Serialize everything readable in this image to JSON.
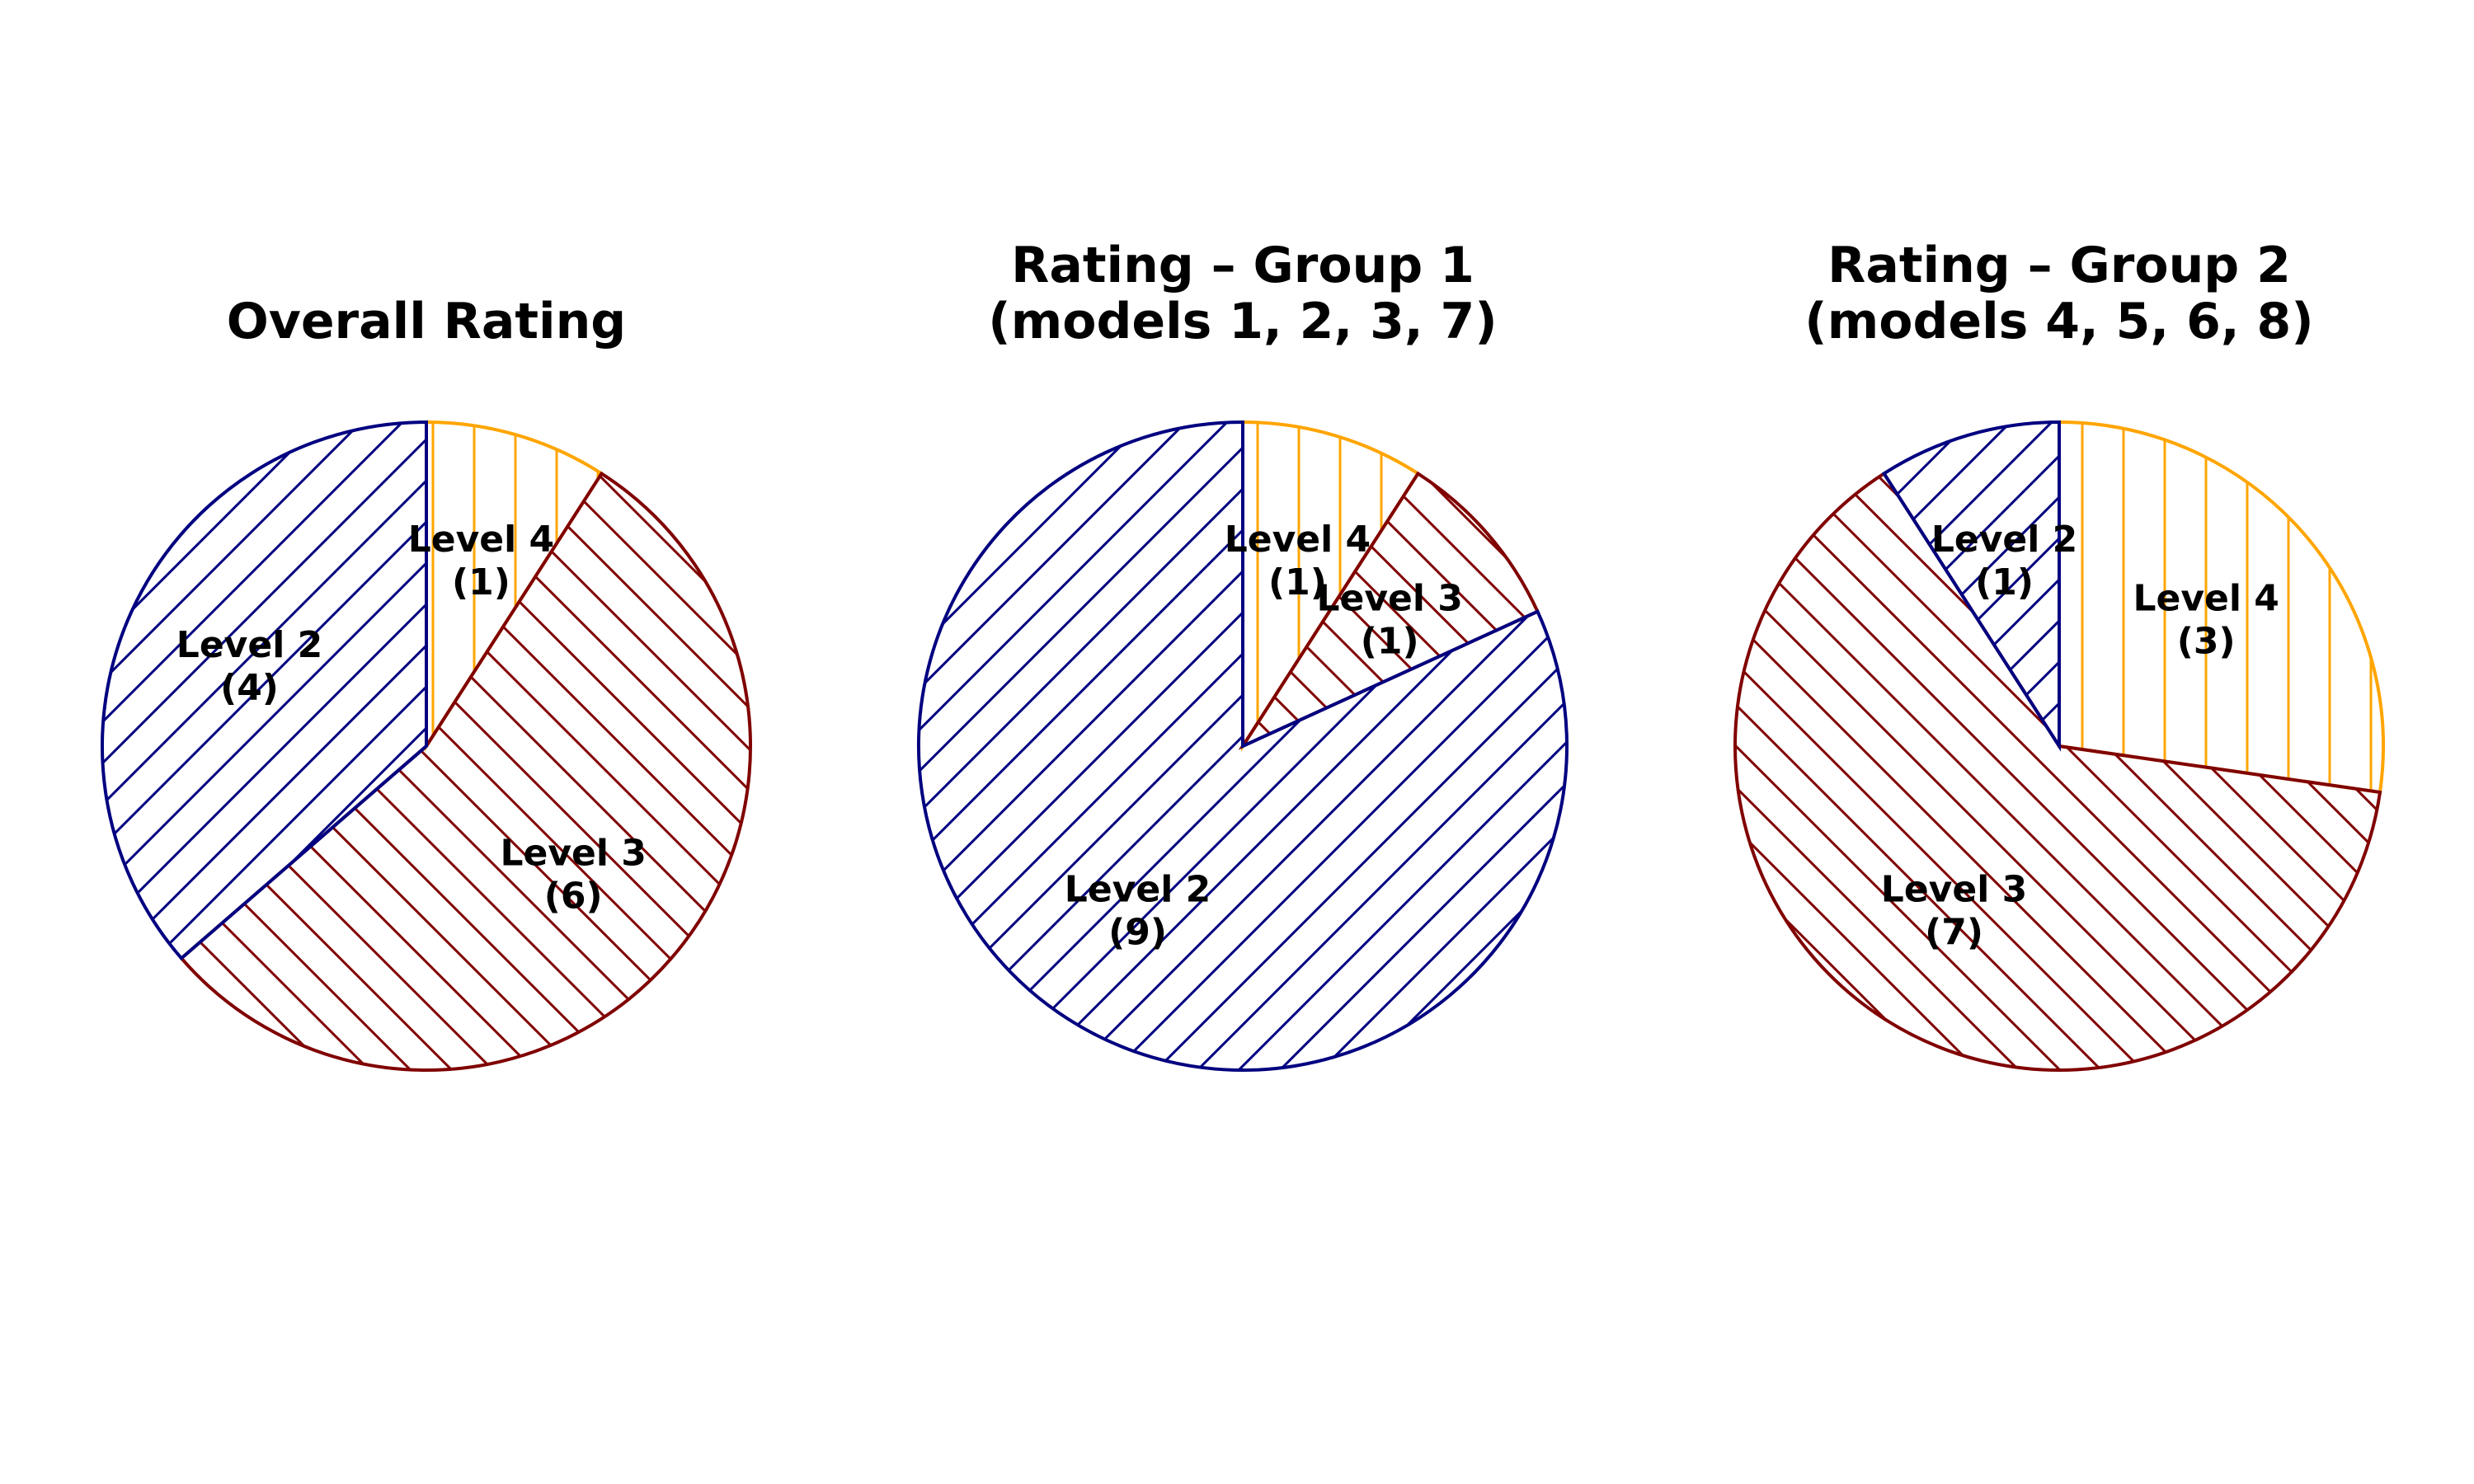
{
  "colors": {
    "level_2": "#000080",
    "level_3": "#800000",
    "level_4": "#FFA500"
  },
  "chart_data": [
    {
      "type": "pie",
      "title": [
        "Overall Rating"
      ],
      "slices": [
        {
          "label": "Level 4",
          "count_label": "(1)",
          "value": 1,
          "color_key": "level_4",
          "hatch": "vertical"
        },
        {
          "label": "Level 3",
          "count_label": "(6)",
          "value": 6,
          "color_key": "level_3",
          "hatch": "back-diagonal"
        },
        {
          "label": "Level 2",
          "count_label": "(4)",
          "value": 4,
          "color_key": "level_2",
          "hatch": "forward-diagonal"
        }
      ],
      "start_angle": "12 o'clock",
      "direction": "clockwise"
    },
    {
      "type": "pie",
      "title": [
        "Rating – Group 1",
        "(models 1, 2, 3, 7)"
      ],
      "slices": [
        {
          "label": "Level 4",
          "count_label": "(1)",
          "value": 1,
          "color_key": "level_4",
          "hatch": "vertical"
        },
        {
          "label": "Level 3",
          "count_label": "(1)",
          "value": 1,
          "color_key": "level_3",
          "hatch": "back-diagonal"
        },
        {
          "label": "Level 2",
          "count_label": "(9)",
          "value": 9,
          "color_key": "level_2",
          "hatch": "forward-diagonal"
        }
      ],
      "start_angle": "12 o'clock",
      "direction": "clockwise"
    },
    {
      "type": "pie",
      "title": [
        "Rating – Group 2",
        "(models 4, 5, 6, 8)"
      ],
      "slices": [
        {
          "label": "Level 4",
          "count_label": "(3)",
          "value": 3,
          "color_key": "level_4",
          "hatch": "vertical"
        },
        {
          "label": "Level 3",
          "count_label": "(7)",
          "value": 7,
          "color_key": "level_3",
          "hatch": "back-diagonal"
        },
        {
          "label": "Level 2",
          "count_label": "(1)",
          "value": 1,
          "color_key": "level_2",
          "hatch": "forward-diagonal"
        }
      ],
      "start_angle": "12 o'clock",
      "direction": "clockwise"
    }
  ]
}
